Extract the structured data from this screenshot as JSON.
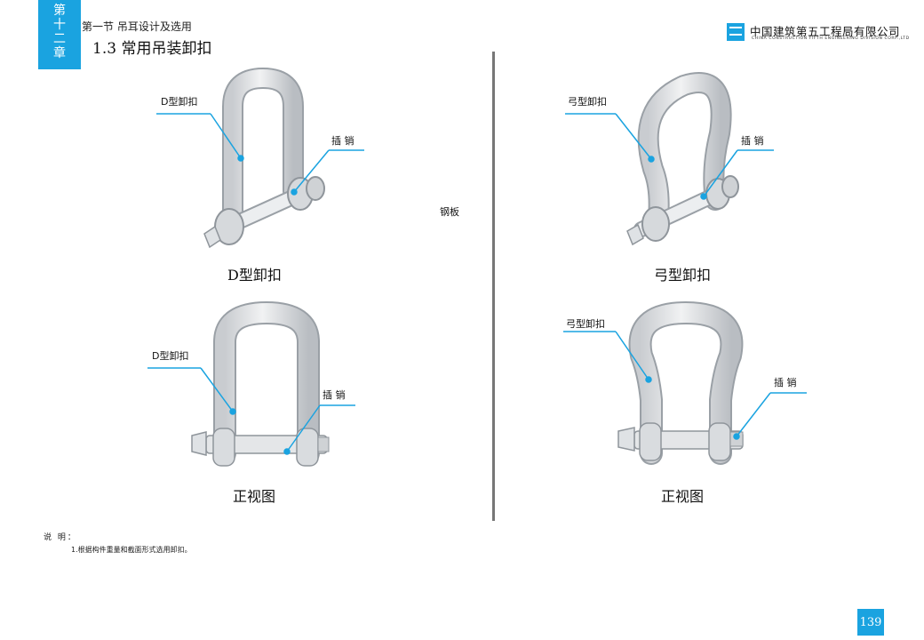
{
  "header": {
    "chapter_chars": [
      "第",
      "十",
      "二",
      "章"
    ],
    "section": "第一节  吊耳设计及选用",
    "title": "1.3  常用吊装卸扣",
    "company_cn": "中国建筑第五工程局有限公司",
    "company_en": "CHINA CONSTRUCTION FIFTH ENGINEERING DIVISION CORP.,LTD"
  },
  "panels": {
    "top_left": {
      "callout_body": "D型卸扣",
      "callout_pin": "插  销",
      "caption": "D型卸扣"
    },
    "top_right": {
      "callout_body": "弓型卸扣",
      "callout_pin": "插  销",
      "caption": "弓型卸扣"
    },
    "bottom_left": {
      "callout_body": "D型卸扣",
      "callout_pin": "插  销",
      "caption": "正视图"
    },
    "bottom_right": {
      "callout_body": "弓型卸扣",
      "callout_pin": "插  销",
      "caption": "正视图"
    }
  },
  "steel_plate_label": "钢板",
  "notes": {
    "label": "说  明：",
    "items": [
      "1.根据构件重量和截面形式选用卸扣。"
    ]
  },
  "page_number": "139",
  "colors": {
    "accent": "#1aa3e0",
    "shackle_fill": "#e6e8ea",
    "shackle_stroke": "#9aa0a6"
  }
}
